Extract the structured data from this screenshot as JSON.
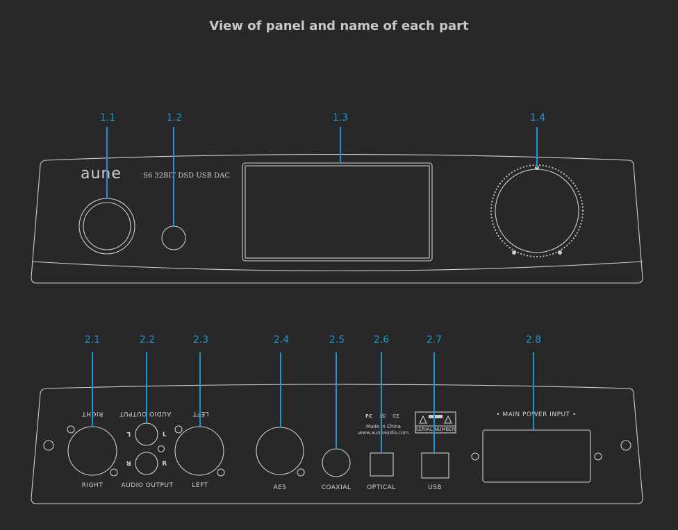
{
  "title": "View of panel and name of each part",
  "front": {
    "brand": "aune",
    "model": "S6 32BIT DSD USB DAC",
    "callouts": [
      "1.1",
      "1.2",
      "1.3",
      "1.4"
    ]
  },
  "rear": {
    "callouts": [
      "2.1",
      "2.2",
      "2.3",
      "2.4",
      "2.5",
      "2.6",
      "2.7",
      "2.8"
    ],
    "labels": {
      "right": "RIGHT",
      "audio_output": "AUDIO  OUTPUT",
      "left": "LEFT",
      "aes": "AES",
      "coaxial": "COAXIAL",
      "optical": "OPTICAL",
      "usb": "USB",
      "power": "•  MAIN  POWER  INPUT  •",
      "rca_l": "L",
      "rca_r": "R",
      "made_in": "Made in China",
      "website": "www.auneaudio.com",
      "fcc": "FC",
      "ce": "CE",
      "serial": "SERIAL NUMBER"
    }
  },
  "colors": {
    "accent": "#1c96d2",
    "background": "#282828",
    "line": "#cfcfcf"
  }
}
